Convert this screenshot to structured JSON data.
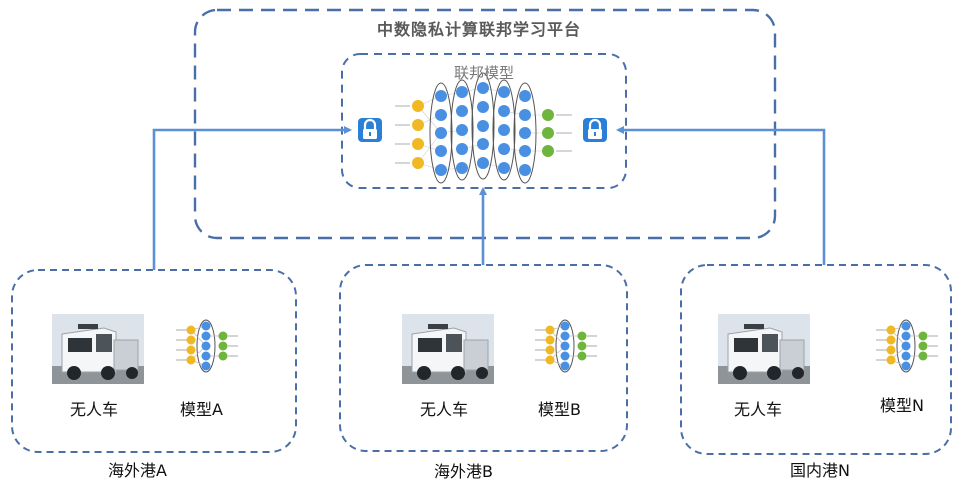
{
  "platform": {
    "title": "中数隐私计算联邦学习平台"
  },
  "federated_model": {
    "title": "联邦模型"
  },
  "ports": [
    {
      "name": "海外港A",
      "vehicle": "无人车",
      "model": "模型A"
    },
    {
      "name": "海外港B",
      "vehicle": "无人车",
      "model": "模型B"
    },
    {
      "name": "国内港N",
      "vehicle": "无人车",
      "model": "模型N"
    }
  ],
  "colors": {
    "dash": "#4a6fa8",
    "arrow": "#5b8fd6",
    "node_blue": "#4a90e2",
    "node_yellow": "#f0b823",
    "node_green": "#6fb43c",
    "lock": "#2b7fd6"
  }
}
